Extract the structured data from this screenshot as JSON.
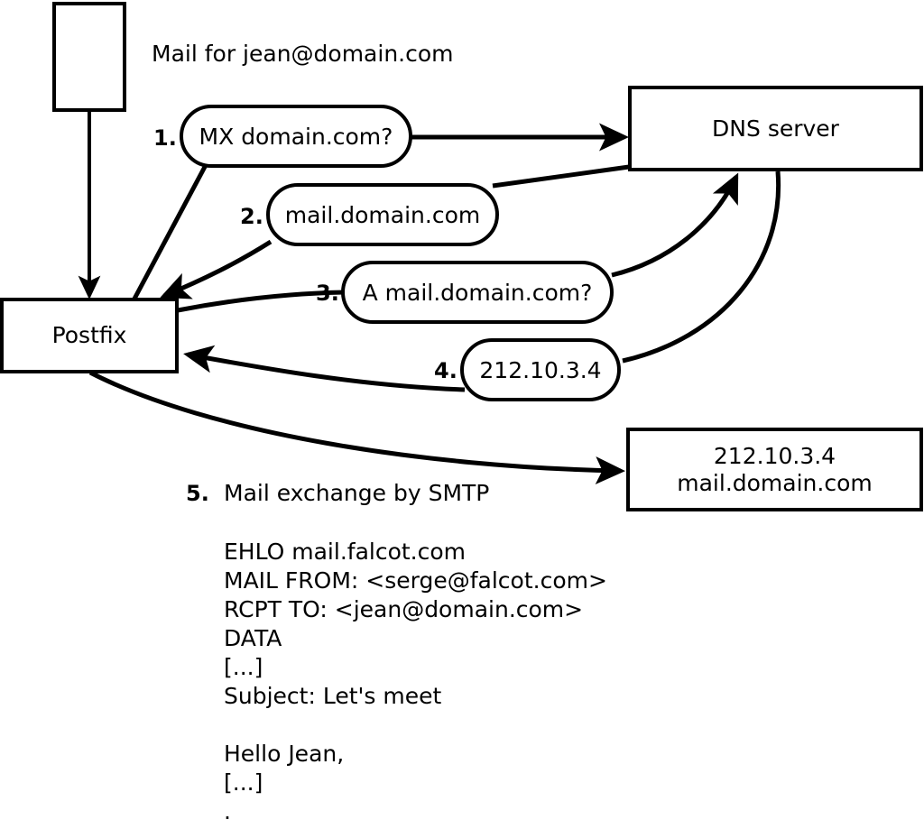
{
  "diagram": {
    "title_note": "Mail for jean@domain.com",
    "nodes": {
      "sender_box": {
        "label": ""
      },
      "postfix": {
        "label": "Postfix"
      },
      "dns_server": {
        "label": "DNS server"
      },
      "mail_server": {
        "line1": "212.10.3.4",
        "line2": "mail.domain.com"
      }
    },
    "steps": [
      {
        "num": "1.",
        "bubble": "MX domain.com?"
      },
      {
        "num": "2.",
        "bubble": "mail.domain.com"
      },
      {
        "num": "3.",
        "bubble": "A mail.domain.com?"
      },
      {
        "num": "4.",
        "bubble": "212.10.3.4"
      },
      {
        "num": "5.",
        "label": "Mail exchange by SMTP"
      }
    ],
    "smtp_transcript": [
      "EHLO mail.falcot.com",
      "MAIL FROM: <serge@falcot.com>",
      "RCPT TO: <jean@domain.com>",
      "DATA",
      "[...]",
      "Subject: Let's meet",
      "",
      "Hello Jean,",
      "[...]",
      "."
    ],
    "colors": {
      "stroke": "#000000",
      "fill": "#ffffff",
      "text": "#000000"
    }
  }
}
